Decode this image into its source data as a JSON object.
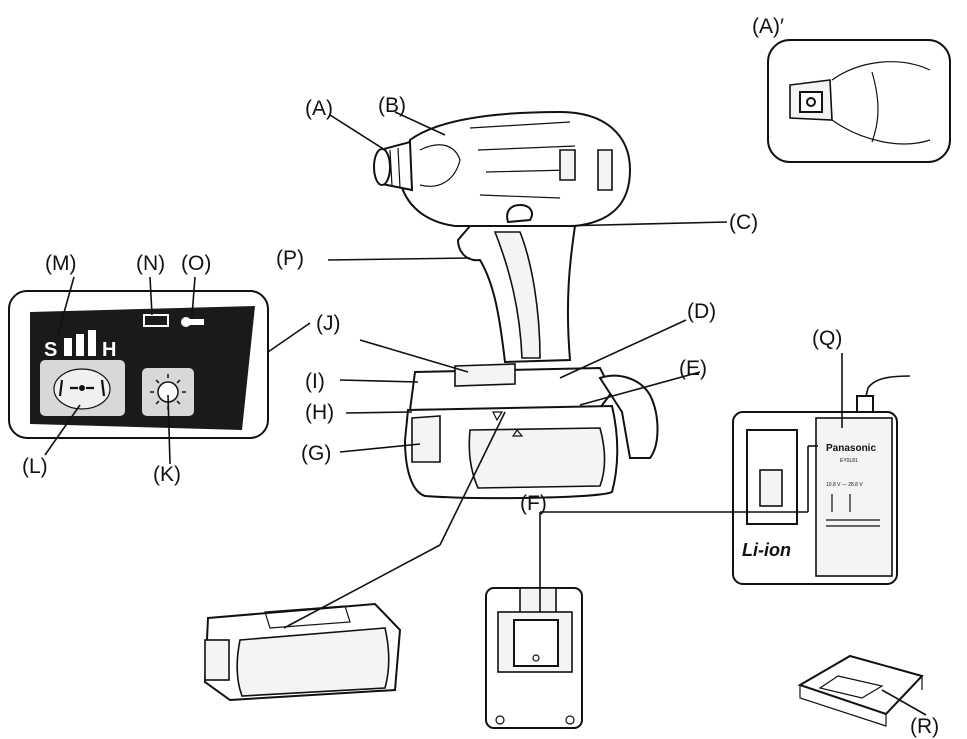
{
  "labels": {
    "A": "(A)",
    "A_prime": "(A)′",
    "B": "(B)",
    "C": "(C)",
    "D": "(D)",
    "E": "(E)",
    "F": "(F)",
    "G": "(G)",
    "H": "(H)",
    "I": "(I)",
    "J": "(J)",
    "K": "(K)",
    "L": "(L)",
    "M": "(M)",
    "N": "(N)",
    "O": "(O)",
    "P": "(P)",
    "Q": "(Q)",
    "R": "(R)"
  },
  "panel": {
    "speed_low": "S",
    "speed_high": "H"
  },
  "charger": {
    "brand": "Panasonic",
    "model": "EY0L81",
    "voltage": "10.8 V — 28.8 V",
    "battery_type": "Li-ion"
  },
  "colors": {
    "line": "#111111",
    "panel_dark": "#1a1a1a",
    "panel_button": "#d8d8d8"
  }
}
